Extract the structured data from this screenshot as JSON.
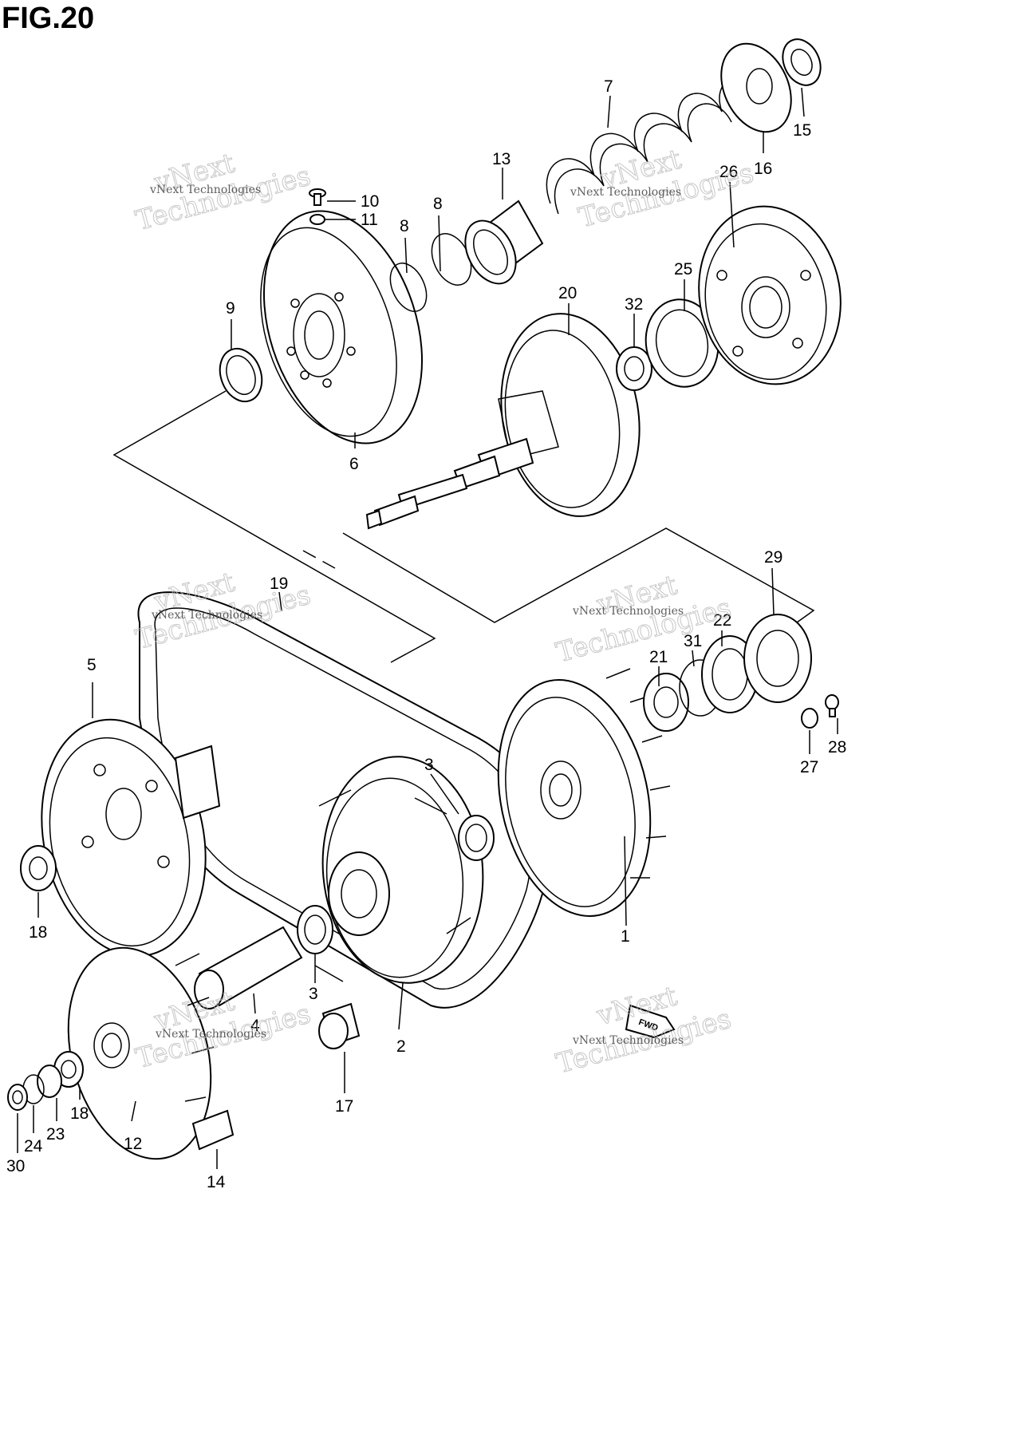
{
  "figure": {
    "title": "FIG.20"
  },
  "callouts": {
    "p1": "1",
    "p2": "2",
    "p3a": "3",
    "p3b": "3",
    "p4": "4",
    "p5": "5",
    "p6": "6",
    "p7": "7",
    "p8a": "8",
    "p8b": "8",
    "p9": "9",
    "p10": "10",
    "p11": "11",
    "p12": "12",
    "p13": "13",
    "p14": "14",
    "p15": "15",
    "p16": "16",
    "p17": "17",
    "p18a": "18",
    "p18b": "18",
    "p19": "19",
    "p20": "20",
    "p21": "21",
    "p22": "22",
    "p23": "23",
    "p24": "24",
    "p25": "25",
    "p26": "26",
    "p27": "27",
    "p28": "28",
    "p29": "29",
    "p30": "30",
    "p31": "31",
    "p32": "32"
  },
  "watermarks": {
    "small": "vNext Technologies",
    "big_line1": "vNext",
    "big_line2": "Technologies"
  },
  "fwd_badge": "FWD"
}
